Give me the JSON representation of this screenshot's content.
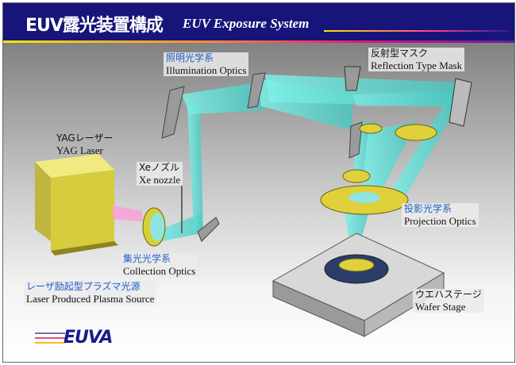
{
  "header": {
    "title_ja": "EUV露光装置構成",
    "title_en": "EUV Exposure System"
  },
  "labels": {
    "illumination": {
      "ja": "照明光学系",
      "en": "Illumination Optics"
    },
    "mask": {
      "ja": "反射型マスク",
      "en": "Reflection Type Mask"
    },
    "yag": {
      "ja": "YAGレーザー",
      "en": "YAG Laser"
    },
    "xe": {
      "ja": "Xeノズル",
      "en": "Xe nozzle"
    },
    "projection": {
      "ja": "投影光学系",
      "en": "Projection Optics"
    },
    "collection": {
      "ja": "集光光学系",
      "en": "Collection Optics"
    },
    "lpp": {
      "ja": "レーザ励起型プラズマ光源",
      "en": "Laser Produced Plasma Source"
    },
    "wafer": {
      "ja": "ウエハステージ",
      "en": "Wafer Stage"
    }
  },
  "logo": "EUVA",
  "colors": {
    "header": "#17157a",
    "beam": "#5fe0d8",
    "optic": "#e6d640",
    "laser": "#d8d050"
  }
}
